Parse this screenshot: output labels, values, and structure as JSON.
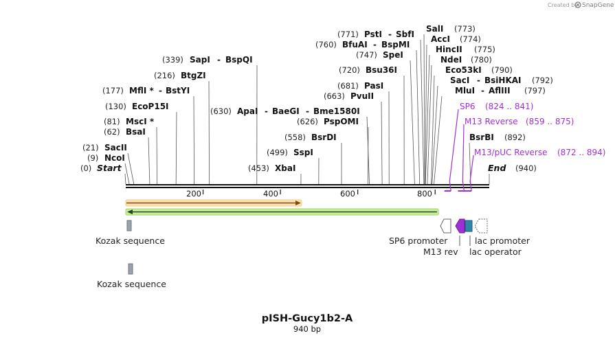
{
  "credit": {
    "text": "Created by",
    "brand": "SnapGene"
  },
  "map": {
    "name": "pISH-Gucy1b2-A",
    "length_label": "940 bp",
    "length_bp": 940,
    "start_label": "Start",
    "end_label": "End",
    "ticks": [
      "200",
      "400",
      "600",
      "800"
    ],
    "tick_values": [
      200,
      400,
      600,
      800
    ]
  },
  "sites": [
    {
      "pos": "(0)",
      "name": "Start",
      "bp": 0,
      "extras": [],
      "italic": true
    },
    {
      "pos": "(9)",
      "name": "NcoI",
      "bp": 9,
      "extras": []
    },
    {
      "pos": "(21)",
      "name": "SacII",
      "bp": 21,
      "extras": []
    },
    {
      "pos": "(62)",
      "name": "BsaI",
      "bp": 62,
      "extras": []
    },
    {
      "pos": "(81)",
      "name": "MscI *",
      "bp": 81,
      "extras": []
    },
    {
      "pos": "(130)",
      "name": "EcoP15I",
      "bp": 130,
      "extras": []
    },
    {
      "pos": "(177)",
      "name": "MflI *",
      "bp": 177,
      "extras": [
        "BstYI"
      ]
    },
    {
      "pos": "(216)",
      "name": "BtgZI",
      "bp": 216,
      "extras": []
    },
    {
      "pos": "(339)",
      "name": "SapI",
      "bp": 339,
      "extras": [
        "BspQI"
      ]
    },
    {
      "pos": "(453)",
      "name": "XbaI",
      "bp": 453,
      "extras": []
    },
    {
      "pos": "(499)",
      "name": "SspI",
      "bp": 499,
      "extras": []
    },
    {
      "pos": "(558)",
      "name": "BsrDI",
      "bp": 558,
      "extras": []
    },
    {
      "pos": "(626)",
      "name": "PspOMI",
      "bp": 626,
      "extras": []
    },
    {
      "pos": "(630)",
      "name": "ApaI",
      "bp": 630,
      "extras": [
        "BaeGI",
        "Bme1580I"
      ]
    },
    {
      "pos": "(663)",
      "name": "PvuII",
      "bp": 663,
      "extras": []
    },
    {
      "pos": "(681)",
      "name": "PasI",
      "bp": 681,
      "extras": []
    },
    {
      "pos": "(720)",
      "name": "Bsu36I",
      "bp": 720,
      "extras": []
    },
    {
      "pos": "(747)",
      "name": "SpeI",
      "bp": 747,
      "extras": []
    },
    {
      "pos": "(760)",
      "name": "BfuAI",
      "bp": 760,
      "extras": [
        "BspMI"
      ]
    },
    {
      "pos": "(771)",
      "name": "PstI",
      "bp": 771,
      "extras": [
        "SbfI"
      ]
    },
    {
      "pos": "(773)",
      "name": "SalI",
      "bp": 773,
      "extras": [],
      "pos_after": true
    },
    {
      "pos": "(774)",
      "name": "AccI",
      "bp": 774,
      "extras": [],
      "pos_after": true
    },
    {
      "pos": "(775)",
      "name": "HincII",
      "bp": 775,
      "extras": [],
      "pos_after": true
    },
    {
      "pos": "(780)",
      "name": "NdeI",
      "bp": 780,
      "extras": [],
      "pos_after": true
    },
    {
      "pos": "(790)",
      "name": "Eco53kI",
      "bp": 790,
      "extras": [],
      "pos_after": true
    },
    {
      "pos": "(792)",
      "name": "SacI",
      "bp": 792,
      "extras": [
        "BsiHKAI"
      ],
      "pos_after": true
    },
    {
      "pos": "(797)",
      "name": "MluI",
      "bp": 797,
      "extras": [
        "AflIII"
      ],
      "pos_after": true
    },
    {
      "pos": "(892)",
      "name": "BsrBI",
      "bp": 892,
      "extras": [],
      "pos_after": true
    },
    {
      "pos": "(940)",
      "name": "End",
      "bp": 940,
      "extras": [],
      "pos_after": true,
      "italic": true
    }
  ],
  "primers": [
    {
      "name": "SP6",
      "range": "(824 .. 841)",
      "start": 824,
      "end": 841
    },
    {
      "name": "M13 Reverse",
      "range": "(859 .. 875)",
      "start": 859,
      "end": 875
    },
    {
      "name": "M13/pUC Reverse",
      "range": "(872 .. 894)",
      "start": 872,
      "end": 894
    }
  ],
  "features": [
    {
      "name": "insert-forward",
      "color": "#f39c12",
      "direction": "forward",
      "start": 0,
      "end": 453
    },
    {
      "name": "insert-reverse",
      "color": "#7ac943",
      "direction": "reverse",
      "start": 0,
      "end": 815
    },
    {
      "name": "Kozak sequence",
      "label": "Kozak sequence",
      "color": "#9aa3ad",
      "bp": 9
    },
    {
      "name": "Kozak sequence",
      "label": "Kozak sequence",
      "color": "#9aa3ad",
      "bp": 9
    },
    {
      "name": "SP6 promoter",
      "label": "SP6 promoter",
      "color": "#ffffff"
    },
    {
      "name": "M13 rev",
      "label": "M13 rev",
      "color": "#a12fd6"
    },
    {
      "name": "lac operator",
      "label": "lac operator",
      "color": "#2e86ab"
    },
    {
      "name": "lac promoter",
      "label": "lac promoter",
      "color": "#ffffff"
    }
  ],
  "colors": {
    "backbone": "#111111",
    "primer": "#a12fd6",
    "site_line": "#555555"
  }
}
